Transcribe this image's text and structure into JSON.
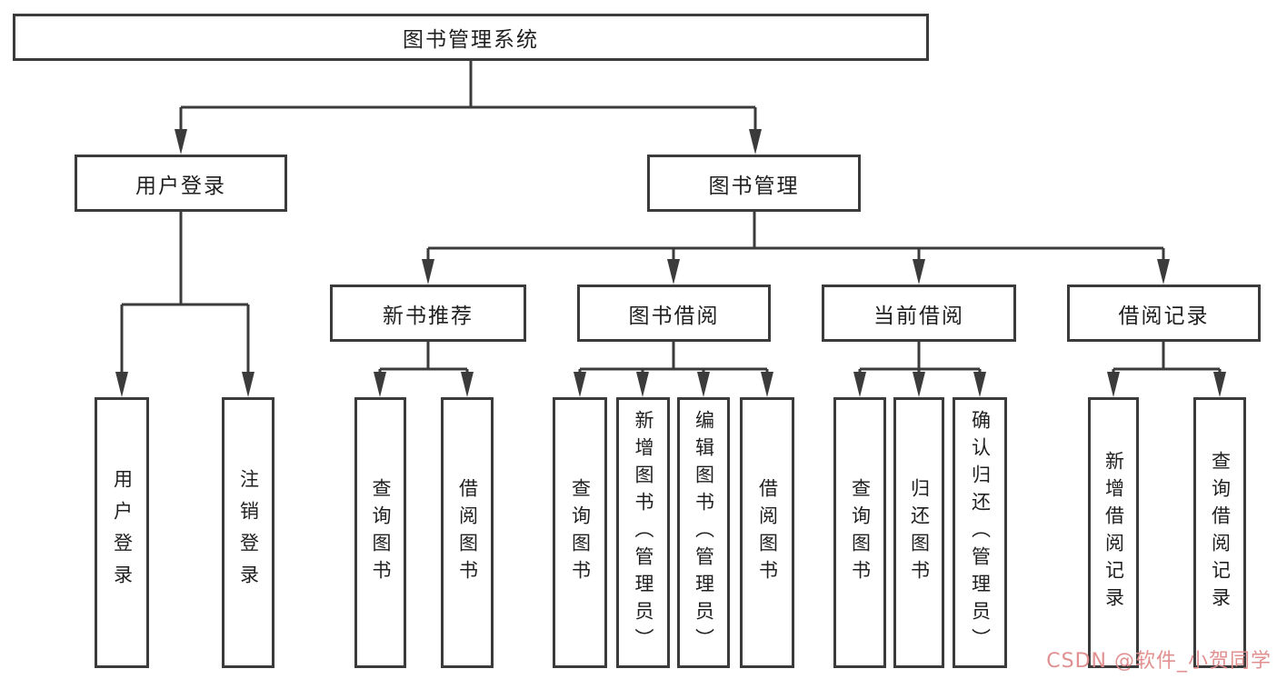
{
  "tree": {
    "root": {
      "label": "图书管理系统",
      "children": [
        {
          "label": "用户登录",
          "children": [
            {
              "label": "用户登录"
            },
            {
              "label": "注销登录"
            }
          ]
        },
        {
          "label": "图书管理",
          "children": [
            {
              "label": "新书推荐",
              "children": [
                {
                  "label": "查询图书"
                },
                {
                  "label": "借阅图书"
                }
              ]
            },
            {
              "label": "图书借阅",
              "children": [
                {
                  "label": "查询图书"
                },
                {
                  "label": "新增图书（管理员）"
                },
                {
                  "label": "编辑图书（管理员）"
                },
                {
                  "label": "借阅图书"
                }
              ]
            },
            {
              "label": "当前借阅",
              "children": [
                {
                  "label": "查询图书"
                },
                {
                  "label": "归还图书"
                },
                {
                  "label": "确认归还（管理员）"
                }
              ]
            },
            {
              "label": "借阅记录",
              "children": [
                {
                  "label": "新增借阅记录"
                },
                {
                  "label": "查询借阅记录"
                }
              ]
            }
          ]
        }
      ]
    }
  },
  "watermark": {
    "text": "CSDN @软件_小贺同学"
  },
  "colors": {
    "line": "#3b3b3b",
    "box_border": "#3b3b3b",
    "text": "#1f1f1f",
    "watermark": "#de8a8a",
    "background": "#ffffff"
  }
}
